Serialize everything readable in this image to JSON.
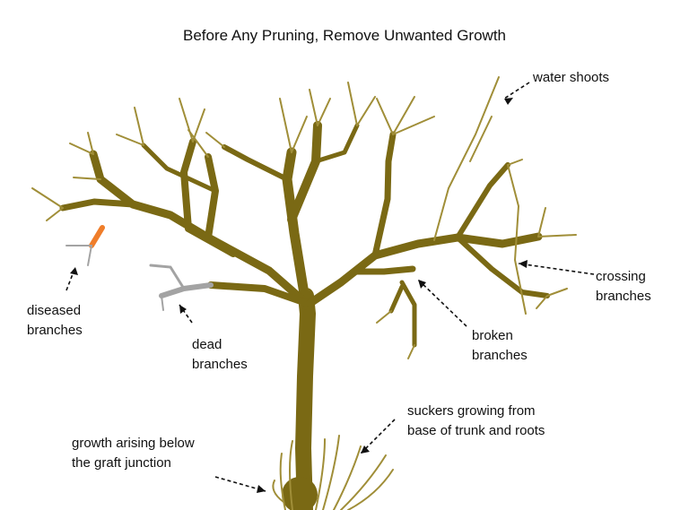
{
  "title": "Before Any Pruning, Remove Unwanted Growth",
  "labels": {
    "water_shoots": [
      "water shoots"
    ],
    "crossing_branches": [
      "crossing",
      "branches"
    ],
    "broken_branches": [
      "broken",
      "branches"
    ],
    "diseased_branches": [
      "diseased",
      "branches"
    ],
    "dead_branches": [
      "dead",
      "branches"
    ],
    "suckers": [
      "suckers growing from",
      "base of trunk and roots"
    ],
    "graft_growth": [
      "growth arising below",
      "the graft junction"
    ]
  },
  "colors": {
    "wood": "#7a6914",
    "twig": "#a08e38",
    "dead": "#a3a3a3",
    "diseased": "#ef7d2a",
    "text": "#111111"
  }
}
